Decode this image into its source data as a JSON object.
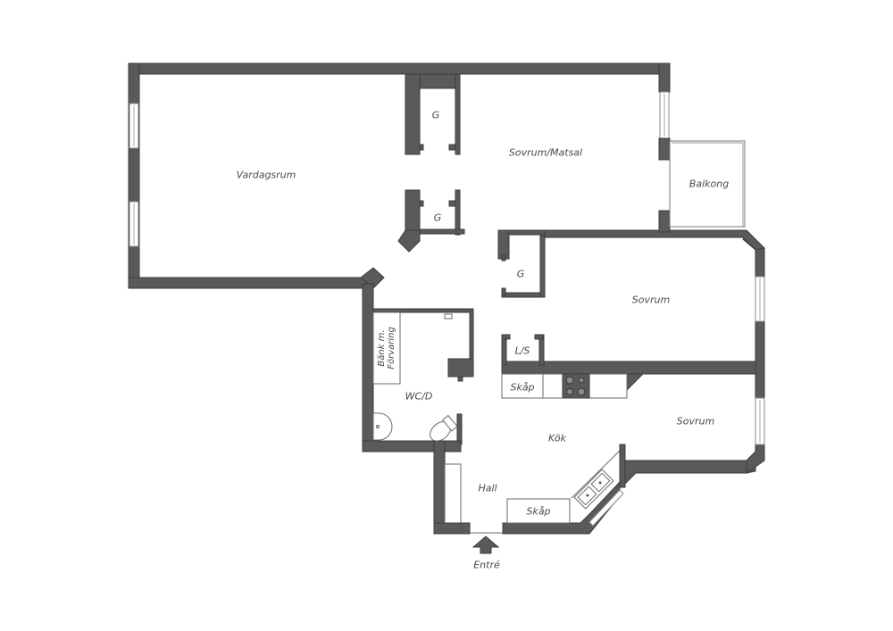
{
  "floorplan": {
    "rooms": {
      "vardagsrum": "Vardagsrum",
      "sovrum_matsal": "Sovrum/Matsal",
      "balkong": "Balkong",
      "sovrum_1": "Sovrum",
      "sovrum_2": "Sovrum",
      "kok": "Kök",
      "hall": "Hall",
      "wc_d": "WC/D"
    },
    "closets": {
      "g1": "G",
      "g2": "G",
      "g3": "G",
      "ls": "L/S"
    },
    "fixtures": {
      "skap_kitchen": "Skåp",
      "skap_hall": "Skåp",
      "bank_line1": "Bänk m.",
      "bank_line2": "Förvaring"
    },
    "entrance": "Entré",
    "colors": {
      "wall": "#5a5a5a",
      "background": "#ffffff"
    }
  }
}
